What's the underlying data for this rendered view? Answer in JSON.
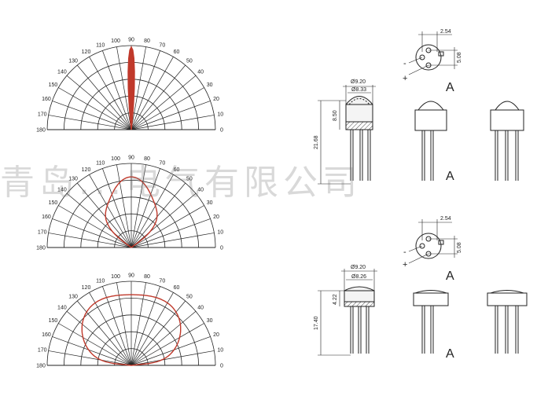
{
  "watermark": "青岛...电气有限公司",
  "polar_plots": {
    "angles": [
      "180",
      "170",
      "160",
      "150",
      "140",
      "130",
      "120",
      "110",
      "100",
      "90",
      "80",
      "70",
      "60",
      "50",
      "40",
      "30",
      "20",
      "10",
      "0"
    ],
    "curve_color": "#c0392b",
    "grid_color": "#222222",
    "plots": [
      {
        "id": "narrow",
        "description": "narrow beam"
      },
      {
        "id": "medium",
        "description": "medium beam"
      },
      {
        "id": "wide",
        "description": "wide beam"
      }
    ]
  },
  "drawing_1": {
    "dims": {
      "outer_dia": "Ø9.20",
      "inner_dia": "Ø8.33",
      "cap_height": "8.50",
      "total_height": "21.68",
      "pitch": "2.54",
      "offset": "5.08"
    },
    "polarity_minus": "-",
    "polarity_plus": "+",
    "view_a": "A",
    "view_a2": "A"
  },
  "drawing_2": {
    "dims": {
      "outer_dia": "Ø9.20",
      "inner_dia": "Ø8.26",
      "cap_height": "4.22",
      "total_height": "17.40",
      "pitch": "2.54",
      "offset": "5.08"
    },
    "polarity_minus": "-",
    "polarity_plus": "+",
    "view_a": "A",
    "view_a2": "A"
  }
}
